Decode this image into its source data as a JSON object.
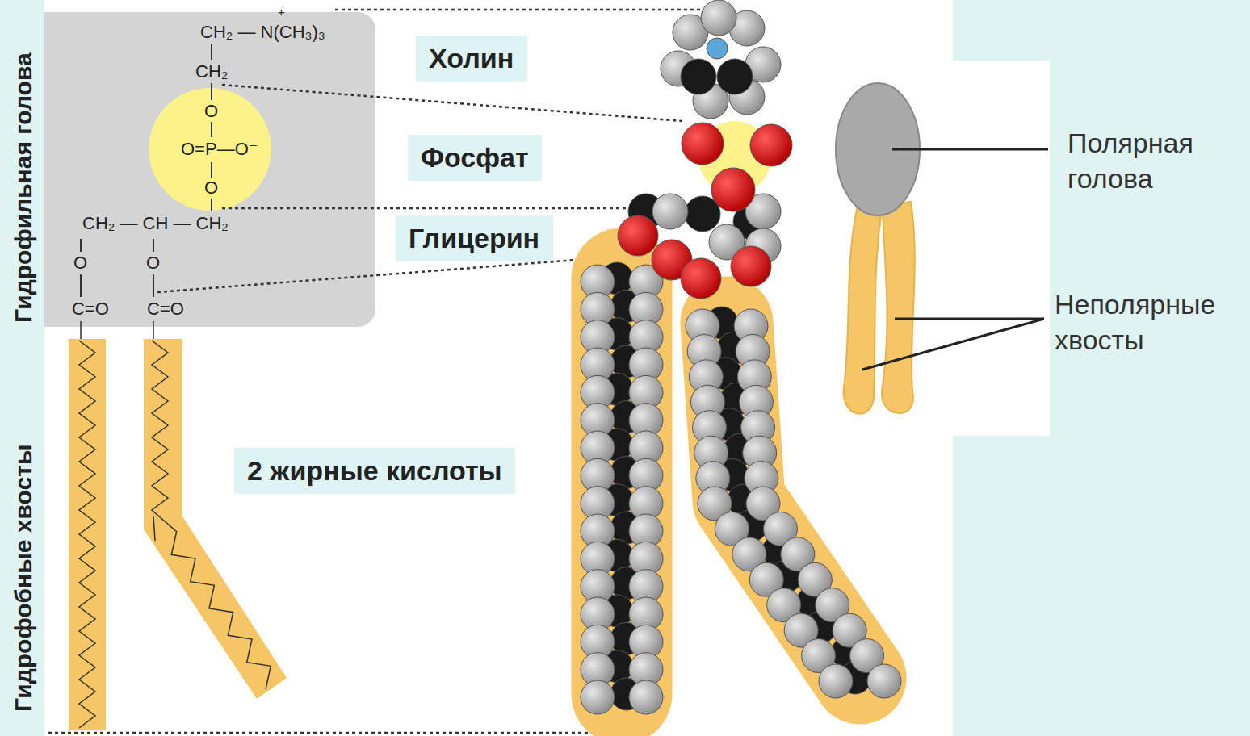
{
  "diagram": {
    "nodes": [
      {
        "text": [
          "Холин"
        ]
      },
      {
        "text": [
          "Фосфат"
        ]
      },
      {
        "text": [
          "Глицерин"
        ]
      },
      {
        "text": [
          "2 жирные кислоты"
        ]
      }
    ],
    "labels": [
      "Гидрофильная голова",
      "Гидрофобные хвосты",
      "+",
      "CH₂ — N(CH₃)₃",
      "CH₂",
      "O",
      "O=P—O⁻",
      "O",
      "CH₂ — CH — CH₂",
      "O",
      "O",
      "C=O",
      "C=O",
      "Полярная голова",
      "Неполярные хвосты"
    ]
  }
}
